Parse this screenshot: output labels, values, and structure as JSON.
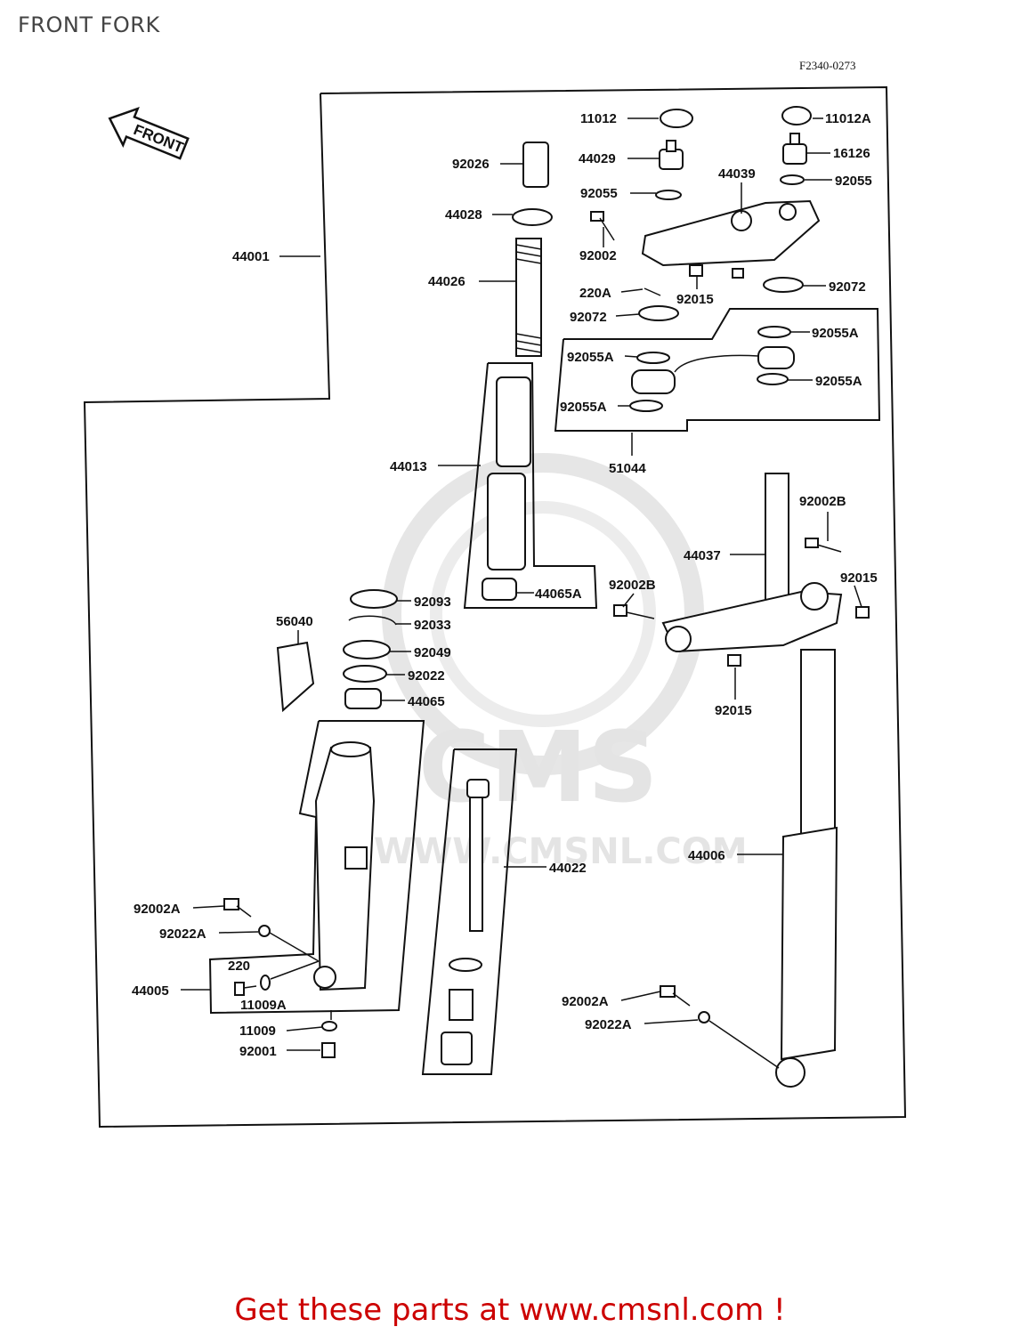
{
  "page_title": "FRONT FORK",
  "drawing_code": "F2340-0273",
  "front_arrow_label": "FRONT",
  "watermark": {
    "brand": "CMS",
    "url": "WWW.CMSNL.COM"
  },
  "footer_cta": "Get these parts at www.cmsnl.com !",
  "callouts": [
    {
      "id": "11012",
      "label": "11012"
    },
    {
      "id": "11012a",
      "label": "11012A"
    },
    {
      "id": "44029",
      "label": "44029"
    },
    {
      "id": "16126",
      "label": "16126"
    },
    {
      "id": "92026",
      "label": "92026"
    },
    {
      "id": "44039",
      "label": "44039"
    },
    {
      "id": "92055-l",
      "label": "92055"
    },
    {
      "id": "92055-r",
      "label": "92055"
    },
    {
      "id": "44028",
      "label": "44028"
    },
    {
      "id": "44001",
      "label": "44001"
    },
    {
      "id": "92002",
      "label": "92002"
    },
    {
      "id": "44026",
      "label": "44026"
    },
    {
      "id": "220a",
      "label": "220A"
    },
    {
      "id": "92015-top",
      "label": "92015"
    },
    {
      "id": "92072-r",
      "label": "92072"
    },
    {
      "id": "92072-l",
      "label": "92072"
    },
    {
      "id": "92055a-1",
      "label": "92055A"
    },
    {
      "id": "92055a-2",
      "label": "92055A"
    },
    {
      "id": "92055a-3",
      "label": "92055A"
    },
    {
      "id": "92055a-4",
      "label": "92055A"
    },
    {
      "id": "44013",
      "label": "44013"
    },
    {
      "id": "51044",
      "label": "51044"
    },
    {
      "id": "92002b-r",
      "label": "92002B"
    },
    {
      "id": "44037",
      "label": "44037"
    },
    {
      "id": "92015-r",
      "label": "92015"
    },
    {
      "id": "92002b-l",
      "label": "92002B"
    },
    {
      "id": "44065a",
      "label": "44065A"
    },
    {
      "id": "92093",
      "label": "92093"
    },
    {
      "id": "56040",
      "label": "56040"
    },
    {
      "id": "92033",
      "label": "92033"
    },
    {
      "id": "92049",
      "label": "92049"
    },
    {
      "id": "92022",
      "label": "92022"
    },
    {
      "id": "44065",
      "label": "44065"
    },
    {
      "id": "92015-b",
      "label": "92015"
    },
    {
      "id": "44006",
      "label": "44006"
    },
    {
      "id": "44022",
      "label": "44022"
    },
    {
      "id": "92002a-l",
      "label": "92002A"
    },
    {
      "id": "92022a-l",
      "label": "92022A"
    },
    {
      "id": "220",
      "label": "220"
    },
    {
      "id": "44005",
      "label": "44005"
    },
    {
      "id": "11009a",
      "label": "11009A"
    },
    {
      "id": "92002a-r",
      "label": "92002A"
    },
    {
      "id": "92022a-r",
      "label": "92022A"
    },
    {
      "id": "11009",
      "label": "11009"
    },
    {
      "id": "92001",
      "label": "92001"
    }
  ]
}
